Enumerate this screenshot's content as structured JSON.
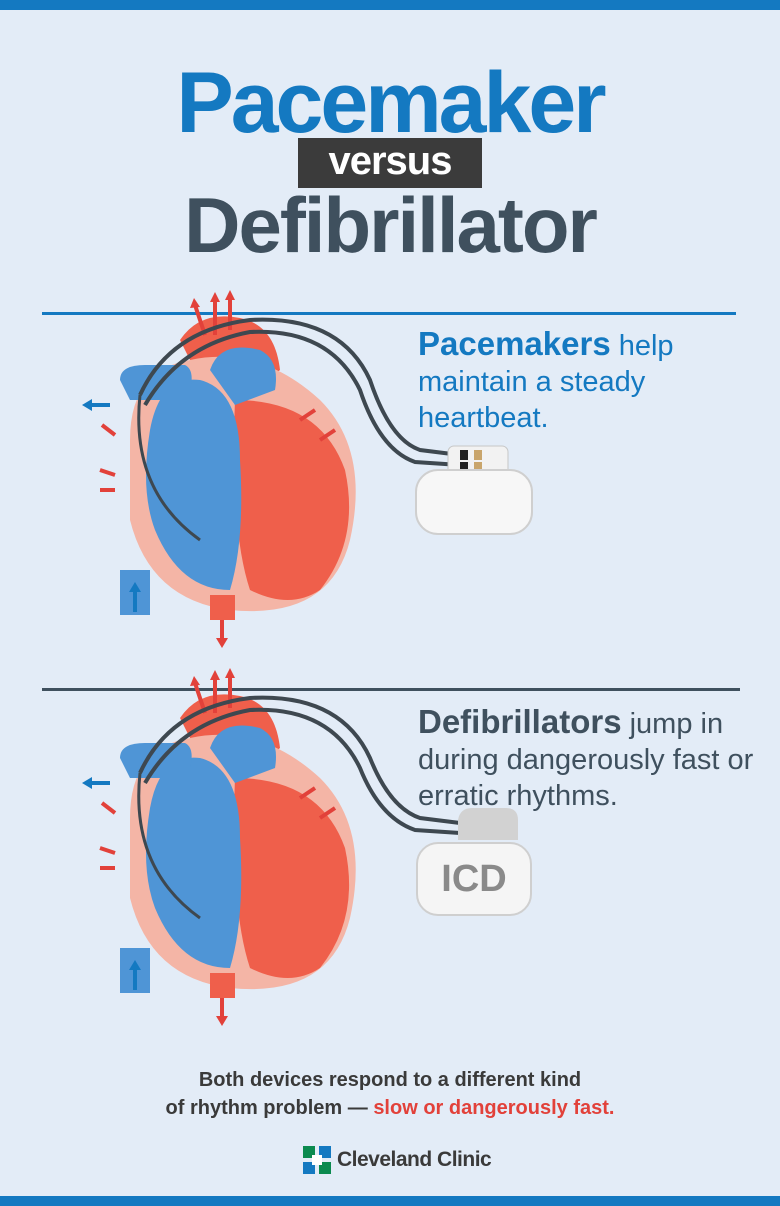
{
  "title": {
    "line1": "Pacemaker",
    "connector": "versus",
    "line2": "Defibrillator"
  },
  "sections": [
    {
      "bold": "Pacemakers",
      "rest": " help maintain a steady heartbeat."
    },
    {
      "bold": "Defibrillators",
      "rest": " jump in during dangerously fast or erratic rhythms.",
      "device_label": "ICD"
    }
  ],
  "footer": {
    "line1": "Both devices respond to a different kind",
    "line2_start": "of rhythm problem — ",
    "line2_highlight": "slow or dangerously fast."
  },
  "brand": {
    "name": "Cleveland Clinic"
  },
  "colors": {
    "brand_blue": "#1479c1",
    "dark": "#3f505e",
    "red": "#e2413a",
    "background": "#e3ecf7"
  },
  "icons": [
    "heart-illustration",
    "pacemaker-device",
    "icd-device",
    "cleveland-clinic-logo-icon"
  ]
}
